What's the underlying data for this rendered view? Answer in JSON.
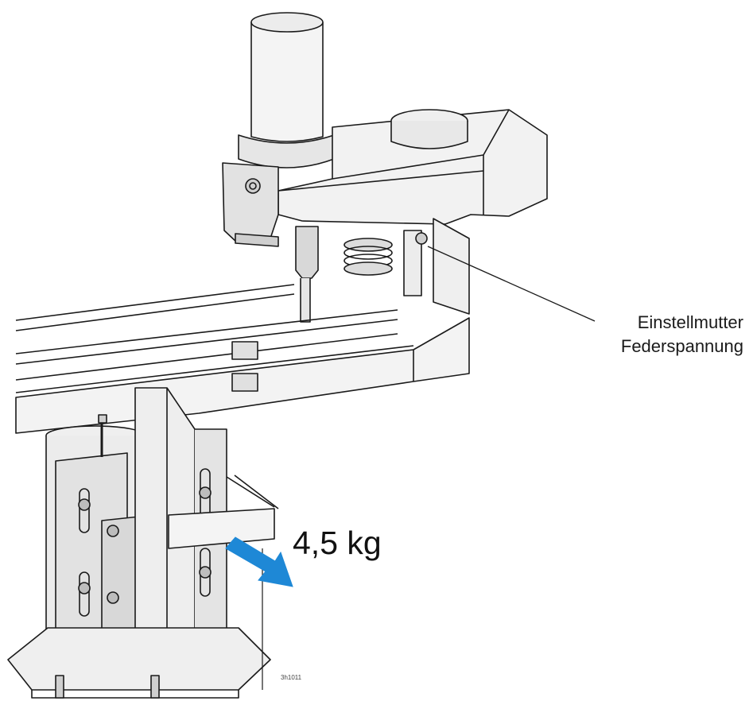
{
  "labels": {
    "adjusting_nut_line1": "Einstellmutter",
    "adjusting_nut_line2": "Federspannung",
    "force": "4,5 kg",
    "drawing_code": "3h1011"
  },
  "colors": {
    "line": "#1a1a1a",
    "shade": "#d9d9d9",
    "light": "#efefef",
    "arrow": "#1e88d6"
  }
}
